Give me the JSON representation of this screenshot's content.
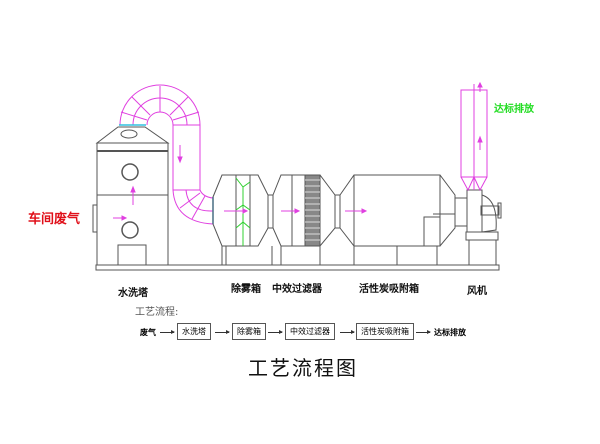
{
  "diagram": {
    "inlet_label": "车间废气",
    "outlet_label": "达标排放",
    "equipment_labels": [
      "水洗塔",
      "除雾箱",
      "中效过滤器",
      "活性炭吸附箱",
      "风机"
    ],
    "process_heading": "工艺流程:",
    "process_flow": {
      "start": "废气",
      "steps": [
        "水洗塔",
        "除雾箱",
        "中效过滤器",
        "活性炭吸附箱"
      ],
      "end": "达标排放"
    },
    "title": "工艺流程图",
    "colors": {
      "duct": "#e040e0",
      "demister": "#30d030",
      "inlet_text": "#e0101a",
      "outlet_text": "#22dd22",
      "line": "#555555"
    }
  }
}
